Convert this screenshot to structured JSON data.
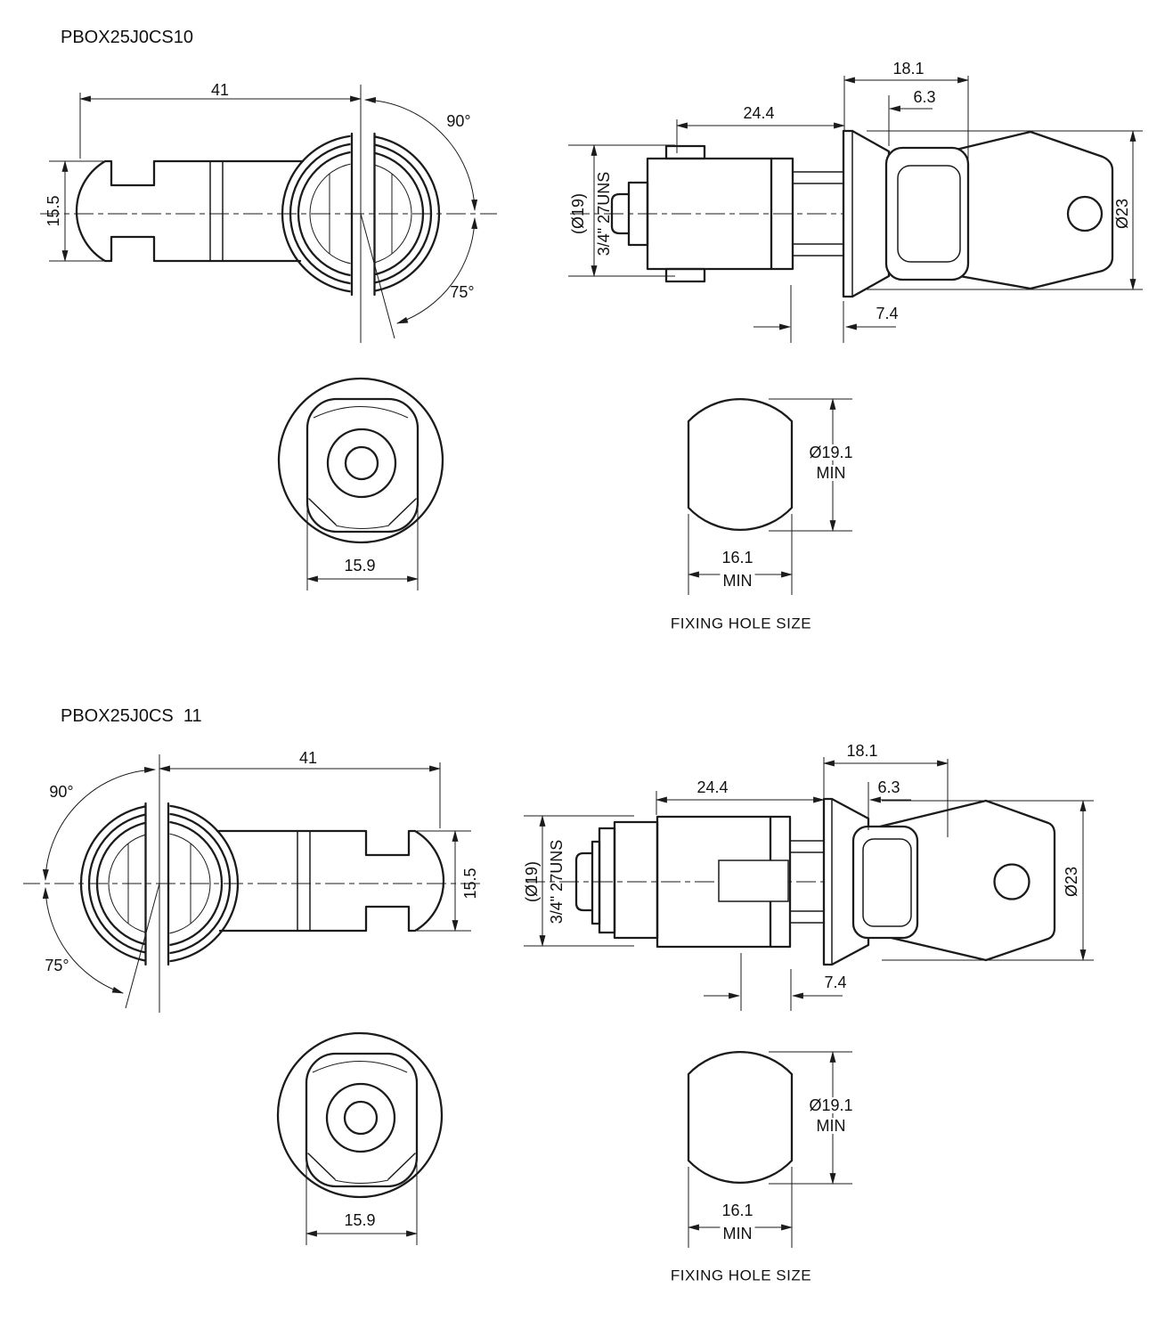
{
  "page": {
    "background": "#ffffff",
    "line_color": "#1b1b1b",
    "type_note": "technical drawing, quarter-turn cam lock, two variants"
  },
  "drawings": [
    {
      "title": "PBOX25J0CS10",
      "plan": {
        "length": "41",
        "height": "15.5",
        "angle_cw": "90°",
        "angle_ccw": "75°"
      },
      "side": {
        "body_length": "24.4",
        "head_length": "18.1",
        "grip_depth": "6.3",
        "thread_dia": "(Ø19)",
        "thread_spec": "3/4\" 27UNS",
        "key_head_dia": "Ø23",
        "panel_offset": "7.4"
      },
      "rear": {
        "across_flats": "15.9"
      },
      "fixing_hole": {
        "diameter": "Ø19.1",
        "diameter_qualifier": "MIN",
        "width": "16.1",
        "width_qualifier": "MIN",
        "caption": "FIXING HOLE SIZE"
      }
    },
    {
      "title": "PBOX25J0CS  11",
      "plan": {
        "length": "41",
        "height": "15.5",
        "angle_cw": "90°",
        "angle_ccw": "75°"
      },
      "side": {
        "body_length": "24.4",
        "head_length": "18.1",
        "grip_depth": "6.3",
        "thread_dia": "(Ø19)",
        "thread_spec": "3/4\" 27UNS",
        "key_head_dia": "Ø23",
        "panel_offset": "7.4"
      },
      "rear": {
        "across_flats": "15.9"
      },
      "fixing_hole": {
        "diameter": "Ø19.1",
        "diameter_qualifier": "MIN",
        "width": "16.1",
        "width_qualifier": "MIN",
        "caption": "FIXING HOLE SIZE"
      }
    }
  ]
}
